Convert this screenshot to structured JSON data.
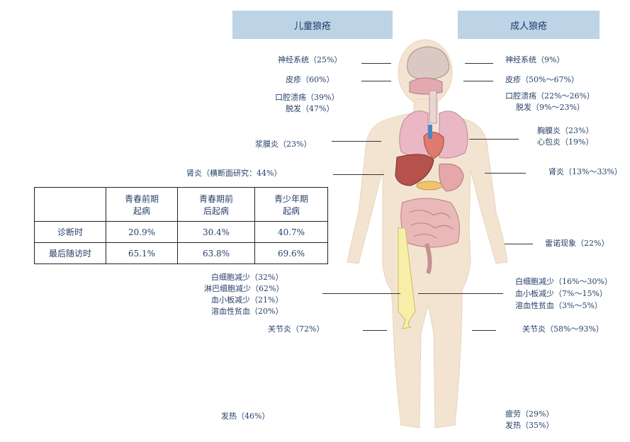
{
  "headers": {
    "child": "儿童狼疮",
    "adult": "成人狼疮"
  },
  "child_labels": {
    "neuro": "神经系统（25%）",
    "rash": "皮疹（60%）",
    "oral": "口腔溃疡（39%）",
    "hair": "脱发（47%）",
    "serositis": "浆膜炎（23%）",
    "nephritis": "肾炎（横断面研究：44%）",
    "leuko": "白细胞减少（32%）",
    "lympho": "淋巴细胞减少（62%）",
    "thrombo": "血小板减少（21%）",
    "hemolytic": "溶血性贫血（20%）",
    "arthritis": "关节炎（72%）",
    "fever": "发热（46%）"
  },
  "adult_labels": {
    "neuro": "神经系统（9%）",
    "rash": "皮疹（50%～67%）",
    "oral": "口腔溃疡（22%～26%）",
    "hair": "脱发（9%～23%）",
    "pleurisy": "胸膜炎（23%）",
    "pericarditis": "心包炎（19%）",
    "nephritis": "肾炎（13%～33%）",
    "raynaud": "雷诺现象（22%）",
    "leuko": "白细胞减少（16%～30%）",
    "thrombo": "血小板减少（7%～15%）",
    "hemolytic": "溶血性贫血（3%～5%）",
    "arthritis": "关节炎（58%～93%）",
    "fatigue": "疲劳（29%）",
    "fever": "发热（35%）"
  },
  "table": {
    "col1_line1": "青春前期",
    "col1_line2": "起病",
    "col2_line1": "青春期前",
    "col2_line2": "后起病",
    "col3_line1": "青少年期",
    "col3_line2": "起病",
    "rows": [
      {
        "label": "诊断时",
        "values": [
          "20.9%",
          "30.4%",
          "40.7%"
        ]
      },
      {
        "label": "最后随访时",
        "values": [
          "65.1%",
          "63.8%",
          "69.6%"
        ]
      }
    ]
  },
  "colors": {
    "header_bg": "#bdd3e6",
    "text": "#27406a",
    "skin": "#f2e2cf"
  }
}
